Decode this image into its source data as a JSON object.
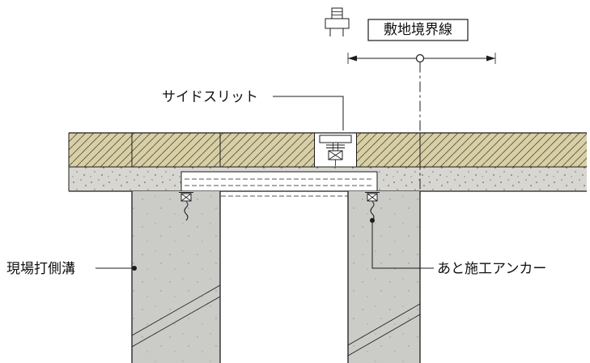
{
  "drawing": {
    "labels": {
      "boundary_line": "敷地境界線",
      "side_slit": "サイドスリット",
      "cast_in_place_gutter": "現場打側溝",
      "post_installed_anchor": "あと施工アンカー"
    },
    "colors": {
      "slab_fill": "#d9cfa4",
      "band_fill": "#d7d6d1",
      "wall_fill": "#cbcbc8",
      "line": "#1c1c1c",
      "hatch_line": "#55534a"
    }
  }
}
